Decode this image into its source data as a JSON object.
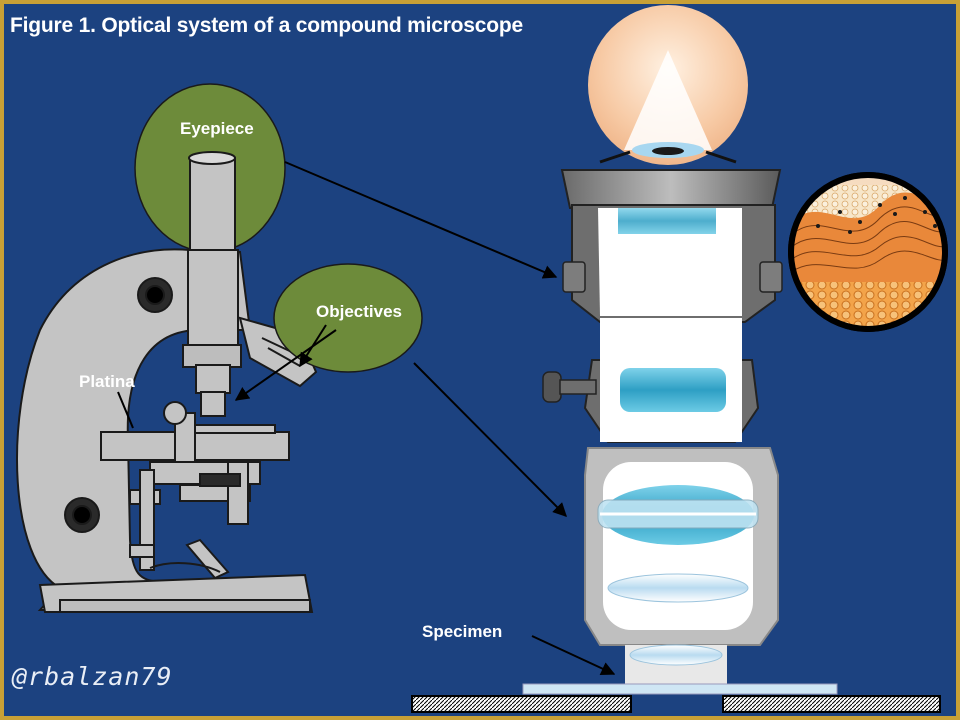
{
  "figure": {
    "title": "Figure 1. Optical system of a compound microscope",
    "labels": {
      "eyepiece": "Eyepiece",
      "objectives": "Objectives",
      "platina": "Platina",
      "specimen": "Specimen"
    },
    "credit": "@rbalzan79"
  },
  "colors": {
    "background": "#1c4280",
    "frame": "#c8a036",
    "microscope_body": "#c4c4c4",
    "callout_fill": "#6d8b3a",
    "lens_tint": "#38aacd",
    "light_glow": "#f6c9a3"
  },
  "icons": {
    "microscope": "microscope-illustration",
    "optical_path": "optical-tube-cross-section",
    "magnified_view": "tissue-magnification-circle"
  }
}
